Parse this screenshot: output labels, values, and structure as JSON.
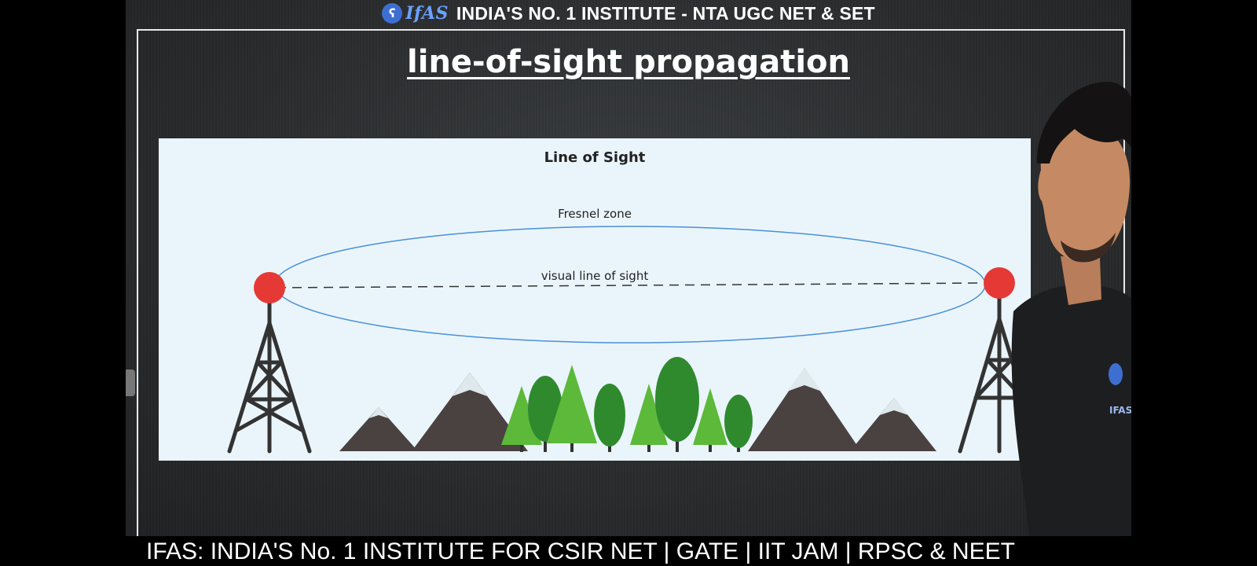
{
  "brand": {
    "logo_glyph": "ʕ",
    "logo_text": "IfAS",
    "tagline": "INDIA'S NO. 1 INSTITUTE - NTA UGC NET & SET"
  },
  "slide": {
    "title": "line-of-sight propagation"
  },
  "diagram": {
    "heading": "Line of Sight",
    "fresnel_label": "Fresnel zone",
    "visual_label": "visual line of sight"
  },
  "presenter": {
    "shirt_logo_text": "IFAS"
  },
  "ticker": {
    "text": "IFAS: INDIA'S No. 1  INSTITUTE FOR CSIR NET | GATE | IIT JAM | RPSC & NEET"
  },
  "colors": {
    "antenna": "#e53935",
    "fresnel": "#4a90d9",
    "panel_bg": "#eaf5fb",
    "board_bg": "#2a2c2e"
  }
}
